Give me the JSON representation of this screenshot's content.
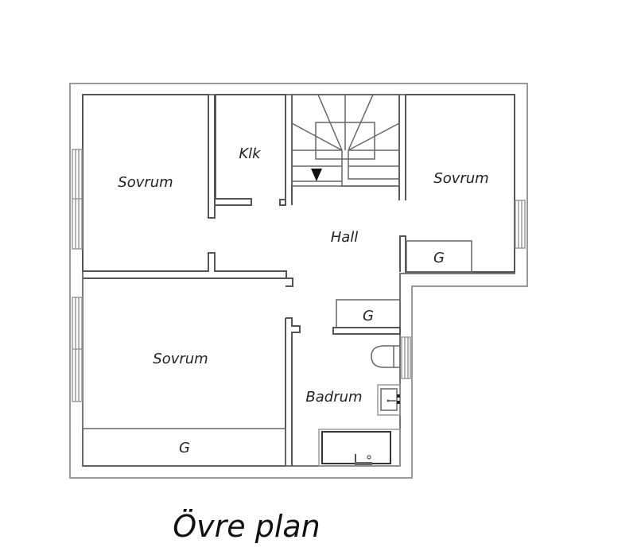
{
  "plan": {
    "title": "Övre plan",
    "rooms": {
      "bedroom_top_left": "Sovrum",
      "closet_klk": "Klk",
      "bedroom_top_right": "Sovrum",
      "hall": "Hall",
      "bedroom_bottom_left": "Sovrum",
      "bathroom": "Badrum"
    },
    "storage": {
      "wardrobe_top_right": "G",
      "wardrobe_hall": "G",
      "wardrobe_bottom_left": "G"
    },
    "icons": {
      "stair_direction": "down-arrow"
    },
    "colors": {
      "wall": "#555555",
      "outer_wall": "#9a9a9a",
      "background": "#ffffff",
      "text": "#222222"
    }
  }
}
